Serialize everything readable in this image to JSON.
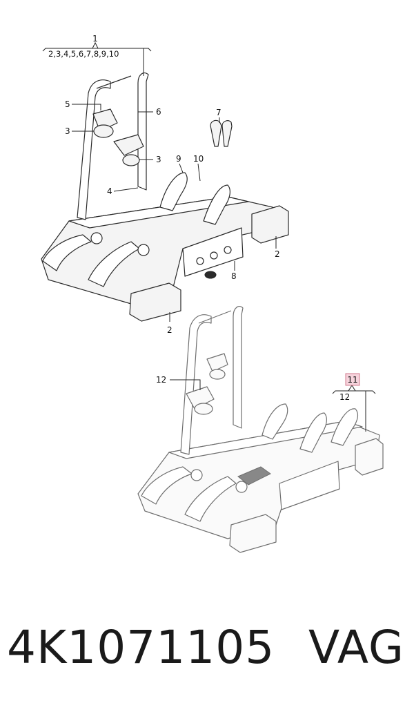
{
  "diagram": {
    "callouts": {
      "c1": "1",
      "c1_sub": "2,3,4,5,6,7,8,9,10",
      "c2a": "2",
      "c2b": "2",
      "c3a": "3",
      "c3b": "3",
      "c4": "4",
      "c5": "5",
      "c6": "6",
      "c7": "7",
      "c8": "8",
      "c9": "9",
      "c10": "10",
      "c11": "11",
      "c12a": "12",
      "c12b": "12"
    },
    "highlight_color": "#f6d3dc",
    "highlight_border": "#d07a8c"
  },
  "footer": {
    "part_number": "4K1071105",
    "brand": "VAG"
  }
}
